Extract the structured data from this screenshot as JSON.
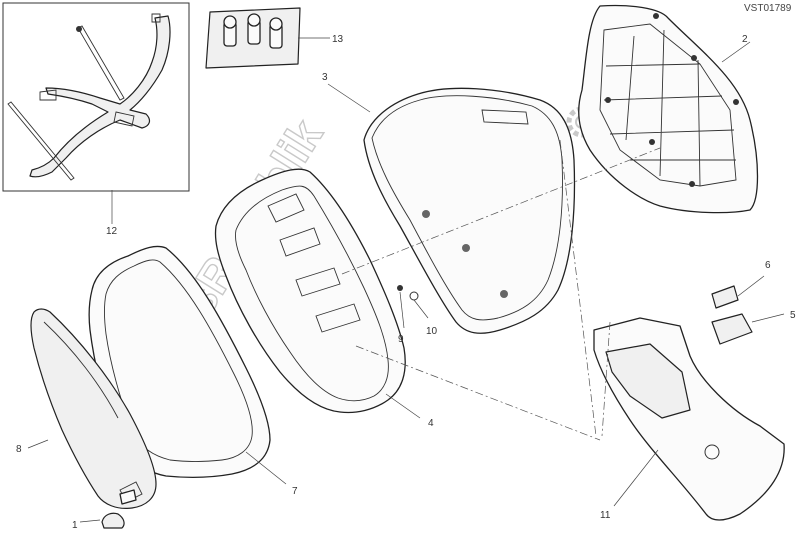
{
  "diagram_code": "VST01789",
  "watermark": "PartsRepublik",
  "callouts": [
    {
      "id": "1",
      "name": "callout-1",
      "text": "1"
    },
    {
      "id": "2",
      "name": "callout-2",
      "text": "2"
    },
    {
      "id": "3",
      "name": "callout-3",
      "text": "3"
    },
    {
      "id": "4",
      "name": "callout-4",
      "text": "4"
    },
    {
      "id": "5",
      "name": "callout-5",
      "text": "5"
    },
    {
      "id": "6",
      "name": "callout-6",
      "text": "6"
    },
    {
      "id": "7",
      "name": "callout-7",
      "text": "7"
    },
    {
      "id": "8",
      "name": "callout-8",
      "text": "8"
    },
    {
      "id": "9",
      "name": "callout-9",
      "text": "9"
    },
    {
      "id": "10",
      "name": "callout-10",
      "text": "10"
    },
    {
      "id": "11",
      "name": "callout-11",
      "text": "11"
    },
    {
      "id": "12",
      "name": "callout-12",
      "text": "12"
    },
    {
      "id": "13",
      "name": "callout-13",
      "text": "13"
    }
  ]
}
